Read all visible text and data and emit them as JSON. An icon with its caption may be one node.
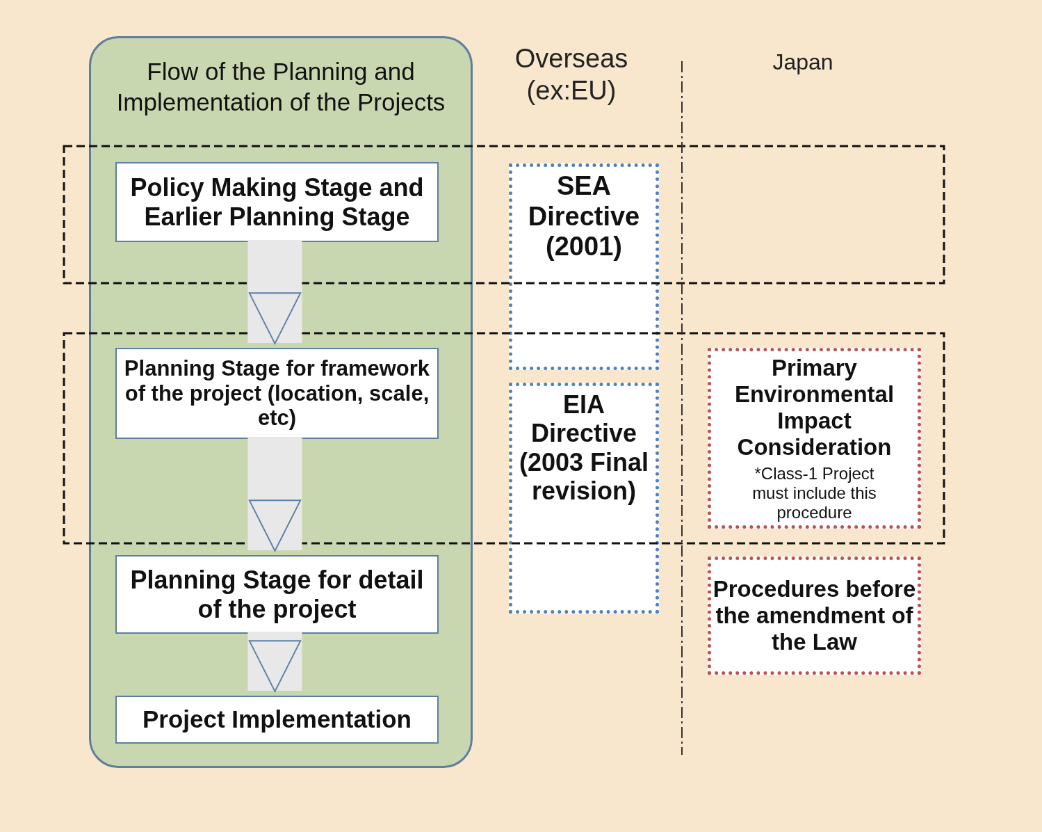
{
  "diagram": {
    "nodes": [
      {
        "text": [
          "Flow of the Planning and Implementation of the Projects"
        ]
      },
      {
        "text": [
          "Policy Making Stage and Earlier Planning Stage"
        ],
        "in": 0
      },
      {
        "text": [
          "Planning Stage for framework of the project (location, scale, etc)"
        ],
        "in": 0
      },
      {
        "text": [
          "Planning Stage for detail of the project"
        ],
        "in": 0
      },
      {
        "text": [
          "Project Implementation"
        ],
        "in": 0
      },
      {
        "text": [
          "SEA Directive (2001)"
        ]
      },
      {
        "text": [
          "EIA Directive (2003 Final revision)"
        ]
      },
      {
        "text": [
          "Primary Environmental Impact Consideration",
          "*Class-1 Project must include this procedure"
        ]
      },
      {
        "text": [
          "Procedures before the amendment of the Law"
        ]
      }
    ],
    "edges": [
      {
        "from": 1,
        "to": 2,
        "arrow": "to"
      },
      {
        "from": 2,
        "to": 3,
        "arrow": "to"
      },
      {
        "from": 3,
        "to": 4,
        "arrow": "to"
      }
    ],
    "labels": [
      "Overseas (ex:EU)",
      "Japan"
    ]
  }
}
